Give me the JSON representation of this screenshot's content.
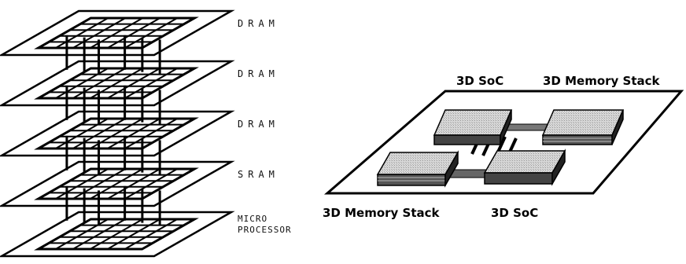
{
  "layer_stack": {
    "layers": [
      {
        "label": "DRAM"
      },
      {
        "label": "DRAM"
      },
      {
        "label": "DRAM"
      },
      {
        "label": "SRAM"
      },
      {
        "label_lines": [
          "MICRO",
          "PROCESSOR"
        ]
      }
    ]
  },
  "package": {
    "labels": {
      "top_left": "3D SoC",
      "top_right": "3D Memory Stack",
      "bottom_left": "3D Memory Stack",
      "bottom_right": "3D SoC"
    }
  }
}
